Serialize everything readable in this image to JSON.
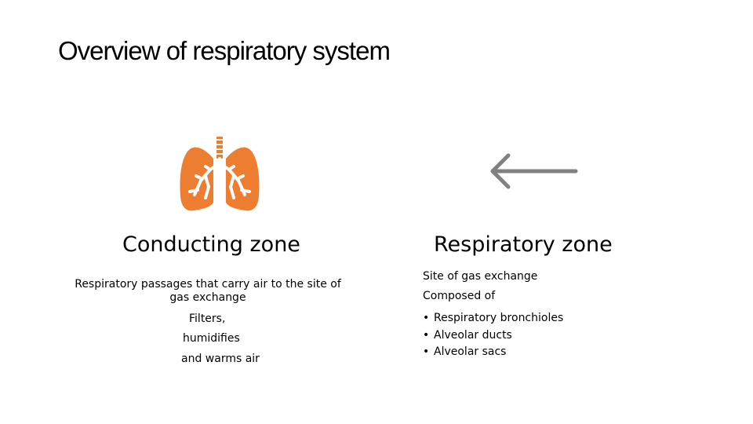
{
  "slide": {
    "title": "Overview of respiratory system"
  },
  "icons": {
    "lungs": "lungs-icon",
    "arrow": "left-arrow-icon",
    "lungs_color": "#ED7D31",
    "arrow_color": "#808080"
  },
  "conducting_zone": {
    "heading": "Conducting zone",
    "description_line1": "Respiratory passages that carry air to the site of",
    "description_line2": "gas exchange",
    "functions": [
      "Filters,",
      "humidifies",
      "and warms air"
    ]
  },
  "respiratory_zone": {
    "heading": "Respiratory zone",
    "site": "Site of gas exchange",
    "composed": "Composed of",
    "bullet_char": "•",
    "items": [
      "Respiratory bronchioles",
      "Alveolar ducts",
      "Alveolar sacs"
    ]
  }
}
